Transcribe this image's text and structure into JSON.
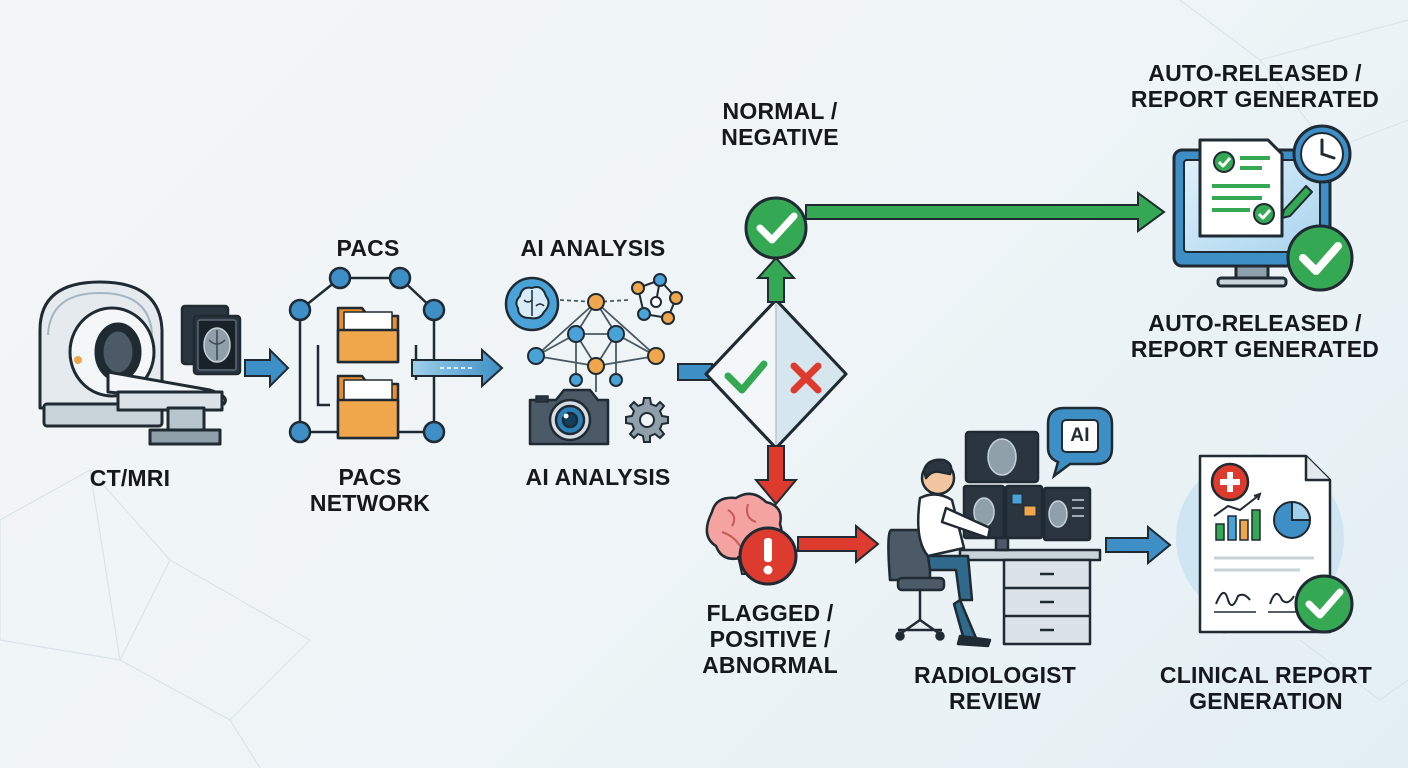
{
  "colors": {
    "flow_blue": "#3d8fc6",
    "normal_green": "#34a853",
    "flagged_red": "#dd3b2e",
    "folder_orange": "#f0a64a",
    "outline": "#1f2a33"
  },
  "stages": {
    "scanner": {
      "label": "CT/MRI",
      "icon": "ct-mri-scanner-icon"
    },
    "pacs": {
      "header": "PACS",
      "label_line1": "PACS",
      "label_line2": "NETWORK",
      "icon": "folder-network-icon"
    },
    "ai": {
      "header": "AI ANALYSIS",
      "label": "AI ANALYSIS",
      "icon": "neural-network-icon"
    },
    "decision": {
      "icon": "decision-diamond-icon"
    },
    "normal": {
      "line1": "NORMAL /",
      "line2": "NEGATIVE",
      "icon": "check-circle-icon"
    },
    "auto_release": {
      "top_line1": "AUTO-RELEASED /",
      "top_line2": "REPORT GENERATED",
      "bottom_line1": "AUTO-RELEASED /",
      "bottom_line2": "REPORT GENERATED",
      "icon": "monitor-report-icon"
    },
    "flagged": {
      "line1": "FLAGGED /",
      "line2": "POSITIVE /",
      "line3": "ABNORMAL",
      "icon": "brain-alert-icon"
    },
    "radiologist": {
      "line1": "RADIOLOGIST",
      "line2": "REVIEW",
      "icon": "radiologist-workstation-icon",
      "ai_badge": "AI"
    },
    "clinical": {
      "line1": "CLINICAL REPORT",
      "line2": "GENERATION",
      "icon": "clinical-report-icon"
    }
  }
}
